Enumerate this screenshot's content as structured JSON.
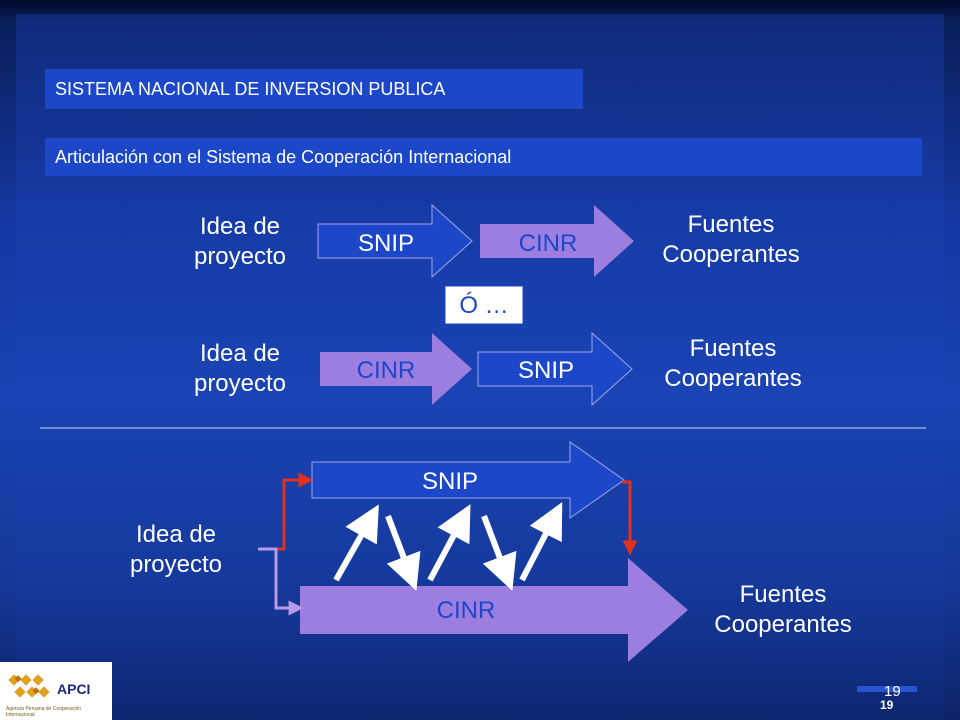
{
  "header": {
    "title": "SISTEMA NACIONAL DE INVERSION PUBLICA",
    "subtitle": "Articulación con el Sistema de Cooperación Internacional"
  },
  "flow1": {
    "start_line1": "Idea de",
    "start_line2": "proyecto",
    "arrow_a": "SNIP",
    "arrow_b": "CINR",
    "end_line1": "Fuentes",
    "end_line2": "Cooperantes"
  },
  "separator": "Ó …",
  "flow2": {
    "start_line1": "Idea de",
    "start_line2": "proyecto",
    "arrow_a": "CINR",
    "arrow_b": "SNIP",
    "end_line1": "Fuentes",
    "end_line2": "Cooperantes"
  },
  "flow3": {
    "start_line1": "Idea de",
    "start_line2": "proyecto",
    "top_arrow": "SNIP",
    "bottom_arrow": "CINR",
    "end_line1": "Fuentes",
    "end_line2": "Cooperantes"
  },
  "logo": {
    "name": "APCI",
    "tagline": "Agencia Peruana de Cooperación Internacional"
  },
  "page": {
    "number_top": "19",
    "number_bottom": "19"
  },
  "colors": {
    "snip_fill": "#1b47c8",
    "cinr_fill": "#9b7ee0",
    "connector_red": "#e0301e",
    "connector_lilac": "#b89ae8",
    "interaction_arrows": "#ffffff"
  }
}
